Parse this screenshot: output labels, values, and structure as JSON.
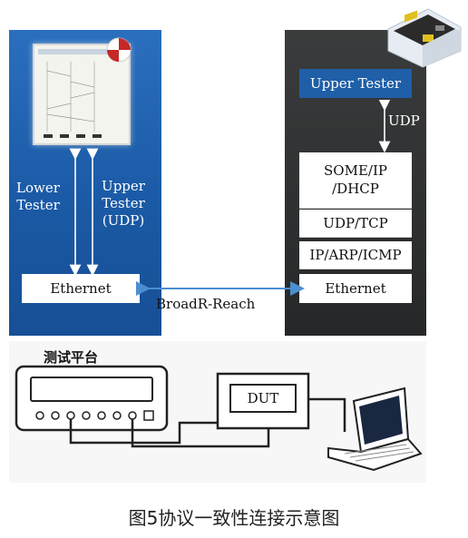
{
  "left_panel": {
    "lower_tester": [
      "Lower",
      "Tester"
    ],
    "upper_tester": [
      "Upper",
      "Tester",
      "(UDP)"
    ],
    "ethernet": "Ethernet"
  },
  "link_label": "BroadR-Reach",
  "right_panel": {
    "upper_tester": "Upper Tester",
    "udp": "UDP",
    "stack": [
      "SOME/IP\n/DHCP",
      "UDP/TCP",
      "IP/ARP/ICMP",
      "Ethernet"
    ]
  },
  "bottom": {
    "platform_label": "测试平台",
    "dut_label": "DUT"
  },
  "caption": "图5协议一致性连接示意图",
  "colors": {
    "left_panel": "#1f63b0",
    "right_panel": "#2b2d2e",
    "upper_tester_box": "#1f5fa8",
    "link_line": "#4a8fd0"
  }
}
